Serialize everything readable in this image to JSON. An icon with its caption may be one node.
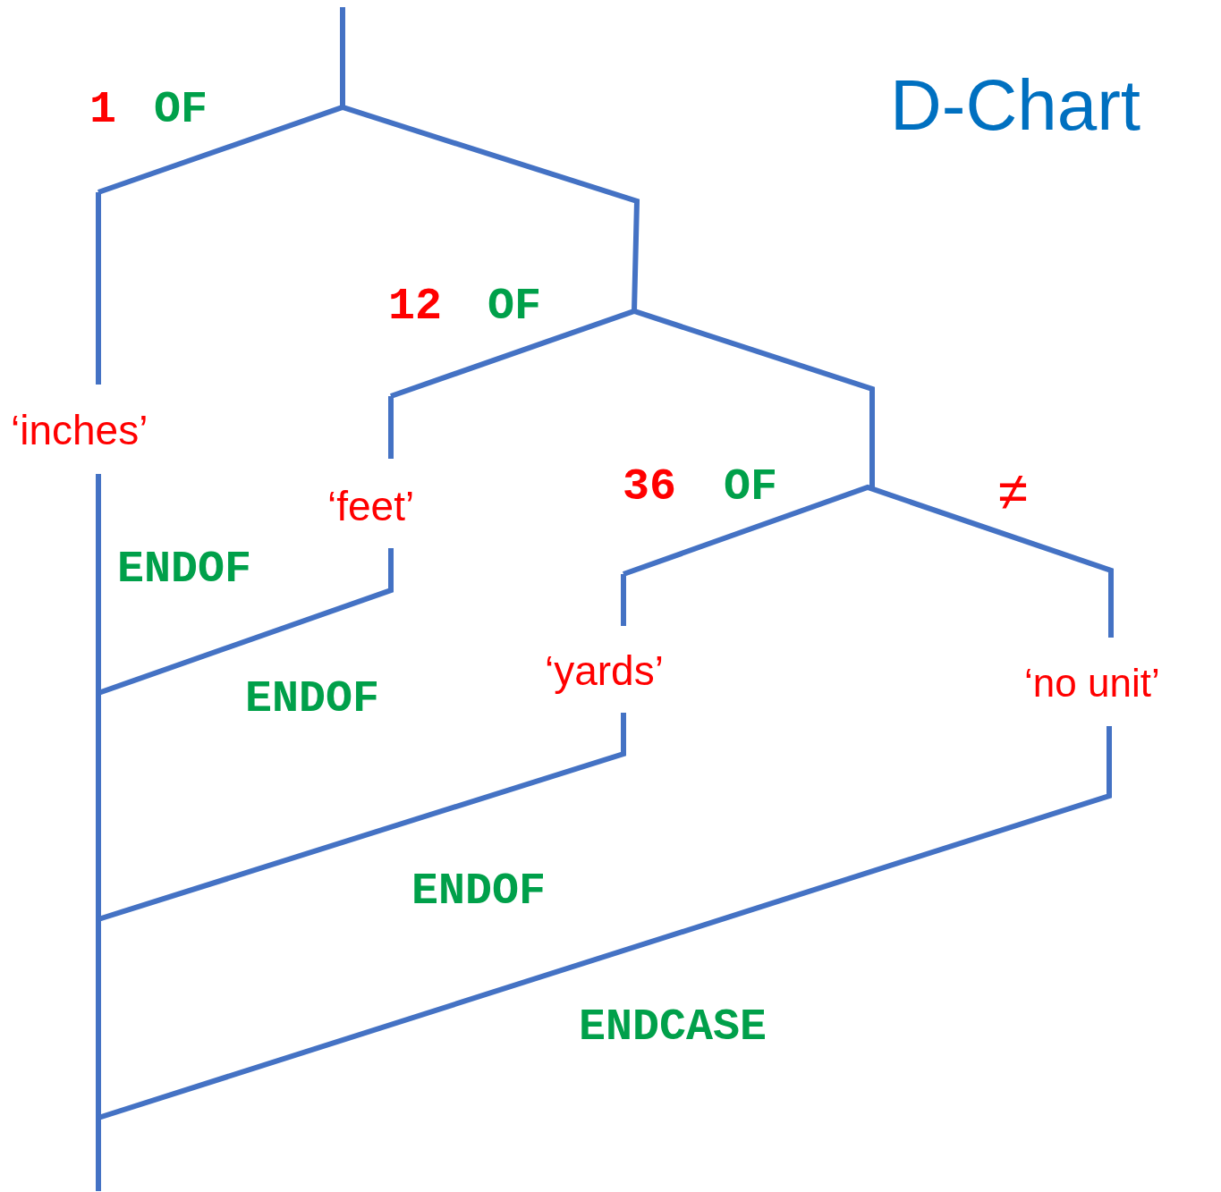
{
  "diagram": {
    "title": "D-Chart",
    "labels": [
      "1",
      "OF",
      "12",
      "OF",
      "‘inches’",
      "‘feet’",
      "36",
      "OF",
      "≠",
      "ENDOF",
      "‘yards’",
      "‘no unit’",
      "ENDOF",
      "ENDOF",
      "ENDCASE"
    ]
  }
}
